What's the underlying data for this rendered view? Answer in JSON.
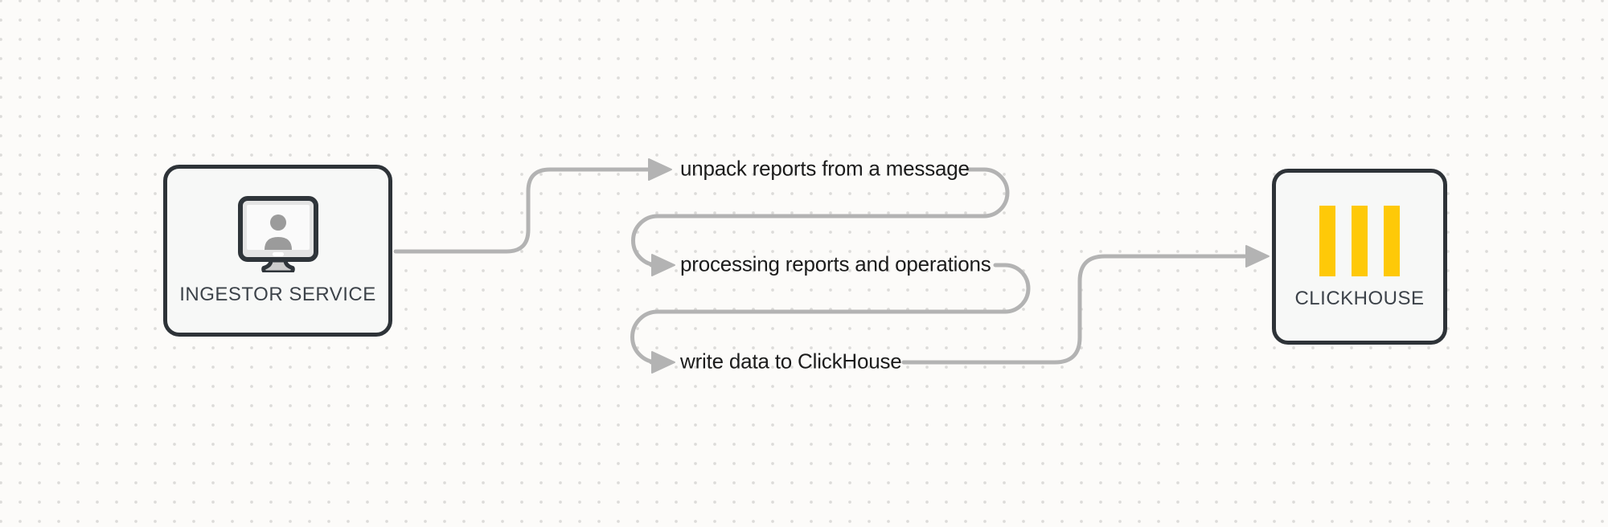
{
  "diagram": {
    "title": "ingestor-to-clickhouse-flow",
    "nodes": {
      "ingestor": {
        "label": "INGESTOR SERVICE",
        "icon": "workstation-user-icon"
      },
      "clickhouse": {
        "label": "CLICKHOUSE",
        "icon": "clickhouse-logo-icon"
      }
    },
    "steps": [
      {
        "label": "unpack reports from a message"
      },
      {
        "label": "processing reports and operations"
      },
      {
        "label": "write data to ClickHouse"
      }
    ],
    "colors": {
      "background": "#fcfbf9",
      "grid_dot": "#dcdbd9",
      "connector_gray": "#b3b3b3",
      "node_border": "#2e3338",
      "node_fill": "#f7f8f7",
      "node_label_text": "#3d434a",
      "step_label_text": "#1c1c1c",
      "clickhouse_yellow": "#fec908",
      "icon_gray": "#9b9b9b"
    }
  }
}
